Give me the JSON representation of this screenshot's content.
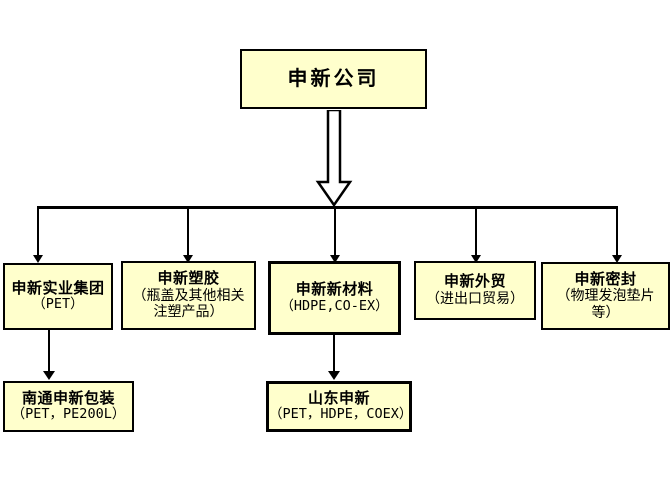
{
  "diagram": {
    "type": "organization-chart",
    "colors": {
      "node_fill": "#FFFFCC",
      "node_border": "#000000",
      "connector": "#000000",
      "background": "#FFFFFF"
    },
    "root": {
      "title": "申新公司",
      "subtitle": ""
    },
    "level2": [
      {
        "title": "申新实业集团",
        "subtitle": "（PET）",
        "sub_is_cjk": false
      },
      {
        "title": "申新塑胶",
        "subtitle": "（瓶盖及其他相关注塑产品）",
        "sub_is_cjk": true
      },
      {
        "title": "申新新材料",
        "subtitle": "（HDPE,CO-EX）",
        "sub_is_cjk": false
      },
      {
        "title": "申新外贸",
        "subtitle": "（进出口贸易）",
        "sub_is_cjk": true
      },
      {
        "title": "申新密封",
        "subtitle": "（物理发泡垫片等）",
        "sub_is_cjk": true
      }
    ],
    "level3": [
      {
        "title": "南通申新包装",
        "subtitle": "（PET，PE200L）",
        "parent": "申新实业集团"
      },
      {
        "title": "山东申新",
        "subtitle": "（PET，HDPE，COEX）",
        "parent": "申新新材料"
      }
    ]
  }
}
